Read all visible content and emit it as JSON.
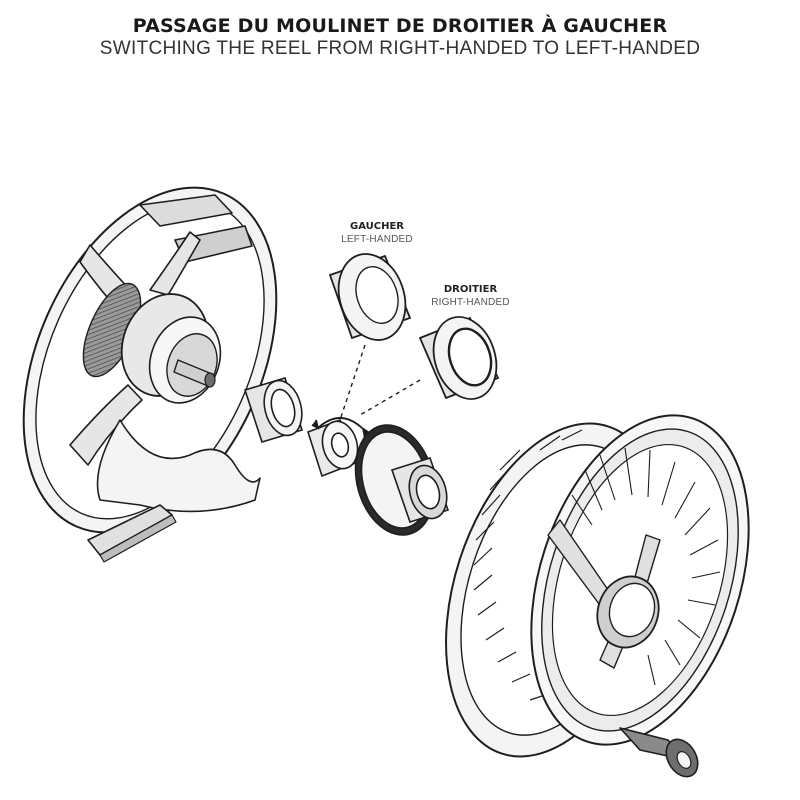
{
  "title": {
    "fr": "PASSAGE DU MOULINET DE DROITIER À GAUCHER",
    "en": "SWITCHING THE REEL FROM RIGHT-HANDED TO LEFT-HANDED"
  },
  "labels": {
    "left": {
      "fr": "GAUCHER",
      "en": "LEFT-HANDED"
    },
    "right": {
      "fr": "DROITIER",
      "en": "RIGHT-HANDED"
    }
  },
  "colors": {
    "line": "#1e1e1e",
    "fill_light": "#f4f4f4",
    "fill_mid": "#bdbdbd",
    "fill_dark": "#6e6e6e"
  }
}
